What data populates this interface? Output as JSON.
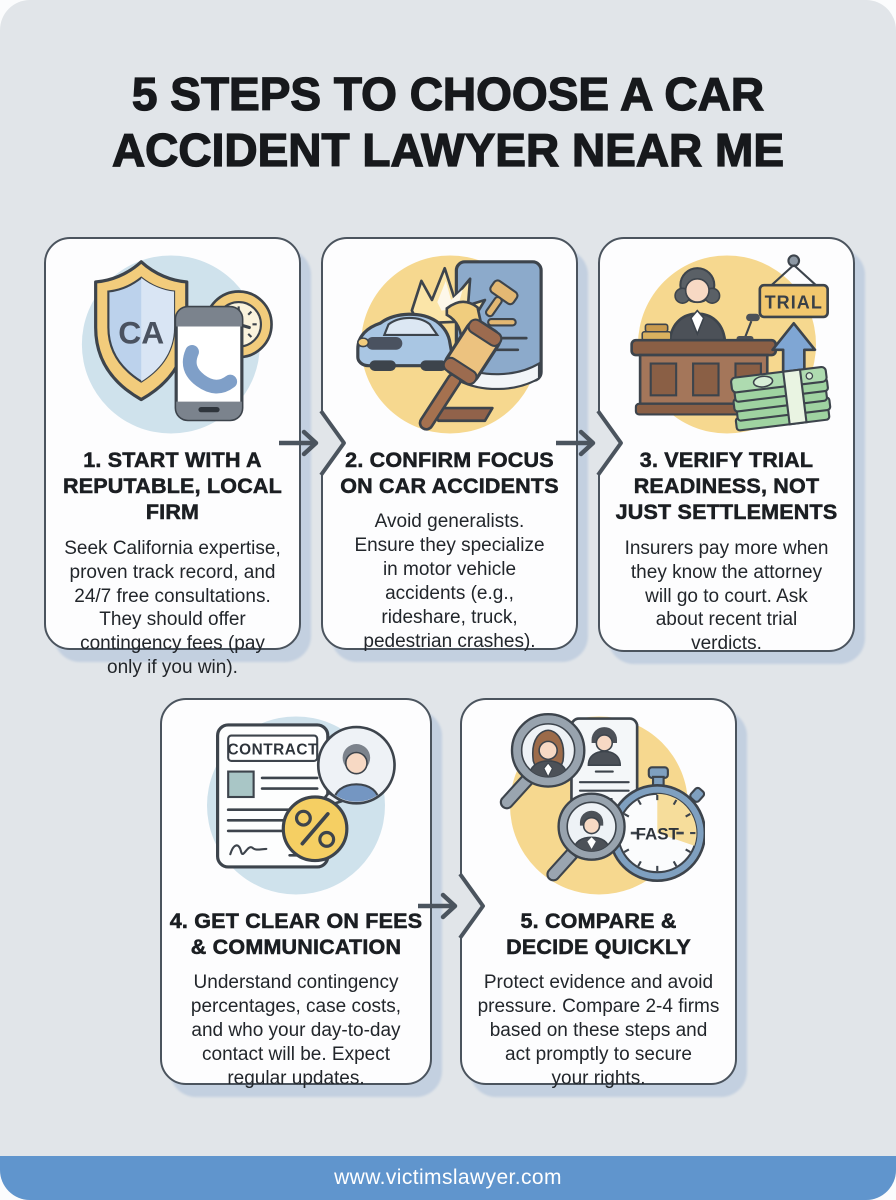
{
  "page": {
    "background": "#e1e5e9",
    "card_background": "#fdfdfe",
    "card_border": "#4b545e",
    "shadow": "#c3d0e0",
    "accent_blue": "#6095cd",
    "icon_circle_blue": "#cfe2ec",
    "icon_circle_yellow": "#f6d88f"
  },
  "title": {
    "line1": "5 STEPS TO CHOOSE A CAR",
    "line2": "ACCIDENT LAWYER NEAR ME"
  },
  "steps": [
    {
      "heading": "1. START WITH A\nREPUTABLE, LOCAL\nFIRM",
      "body": "Seek California expertise,\nproven track record, and\n24/7 free consultations.\nThey should offer\ncontingency fees (pay\nonly if you win).",
      "icon": "ca-shield-phone-clock",
      "icon_labels": {
        "shield": "CA"
      }
    },
    {
      "heading": "2. CONFIRM FOCUS\nON CAR ACCIDENTS",
      "body": "Avoid generalists.\nEnsure they specialize\nin motor vehicle\naccidents (e.g.,\nrideshare, truck,\npedestrian crashes).",
      "icon": "car-crash-gavel-lawbook",
      "icon_labels": {}
    },
    {
      "heading": "3. VERIFY TRIAL\nREADINESS, NOT\nJUST SETTLEMENTS",
      "body": "Insurers pay more when\nthey know the attorney\nwill go to court. Ask\nabout recent trial\nverdicts.",
      "icon": "judge-trial-sign-money",
      "icon_labels": {
        "sign": "TRIAL"
      }
    },
    {
      "heading": "4. GET CLEAR ON FEES\n& COMMUNICATION",
      "body": "Understand contingency\npercentages, case costs,\nand who your day-to-day\ncontact will be. Expect\nregular updates.",
      "icon": "contract-percent-chat",
      "icon_labels": {
        "document": "CONTRACT"
      }
    },
    {
      "heading": "5. COMPARE &\nDECIDE QUICKLY",
      "body": "Protect evidence and avoid\npressure. Compare 2-4 firms\nbased on these steps and\nact promptly to secure\nyour rights.",
      "icon": "magnifier-lawyers-stopwatch",
      "icon_labels": {
        "stopwatch": "FAST"
      }
    }
  ],
  "footer": {
    "url": "www.victimslawyer.com"
  }
}
